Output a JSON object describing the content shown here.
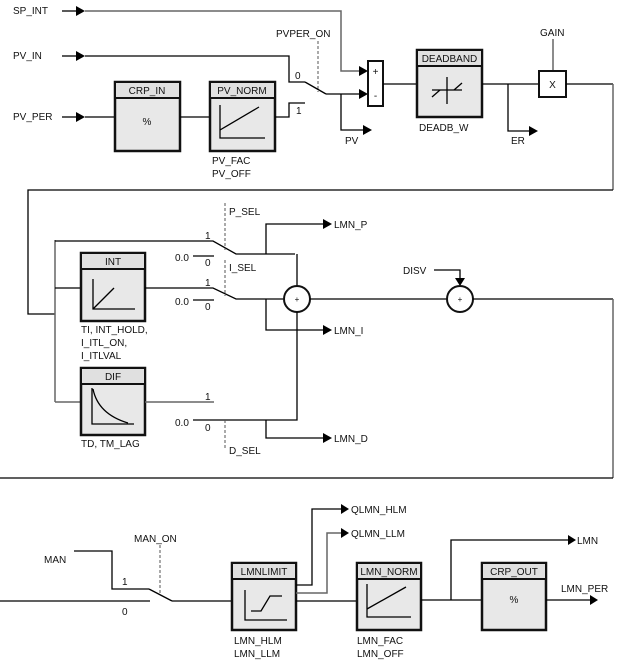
{
  "diagram": {
    "inputs": {
      "sp_int": "SP_INT",
      "pv_in": "PV_IN",
      "pv_per": "PV_PER",
      "man": "MAN",
      "disv": "DISV",
      "gain": "GAIN"
    },
    "switches": {
      "pvper_on": "PVPER_ON",
      "p_sel": "P_SEL",
      "i_sel": "I_SEL",
      "d_sel": "D_SEL",
      "man_on": "MAN_ON"
    },
    "switch_positions": {
      "one": "1",
      "zero": "0",
      "zero_value": "0.0"
    },
    "blocks": {
      "crp_in": {
        "title": "CRP_IN",
        "symbol": "%"
      },
      "pv_norm": {
        "title": "PV_NORM",
        "params": [
          "PV_FAC",
          "PV_OFF"
        ]
      },
      "deadband": {
        "title": "DEADBAND",
        "params": [
          "DEADB_W"
        ]
      },
      "gain_mult": {
        "symbol": "X"
      },
      "int": {
        "title": "INT",
        "params": [
          "TI, INT_HOLD,",
          "I_ITL_ON,",
          "I_ITLVAL"
        ]
      },
      "dif": {
        "title": "DIF",
        "params": [
          "TD, TM_LAG"
        ]
      },
      "lmnlimit": {
        "title": "LMNLIMIT",
        "params": [
          "LMN_HLM",
          "LMN_LLM"
        ]
      },
      "lmn_norm": {
        "title": "LMN_NORM",
        "params": [
          "LMN_FAC",
          "LMN_OFF"
        ]
      },
      "crp_out": {
        "title": "CRP_OUT",
        "symbol": "%"
      }
    },
    "comparator": {
      "plus": "+",
      "minus": "-"
    },
    "summing_junctions": {
      "pid_sum": "+",
      "disv_sum": "+"
    },
    "outputs": {
      "pv": "PV",
      "er": "ER",
      "lmn_p": "LMN_P",
      "lmn_i": "LMN_I",
      "lmn_d": "LMN_D",
      "qlmn_hlm": "QLMN_HLM",
      "qlmn_llm": "QLMN_LLM",
      "lmn": "LMN",
      "lmn_per": "LMN_PER"
    }
  }
}
